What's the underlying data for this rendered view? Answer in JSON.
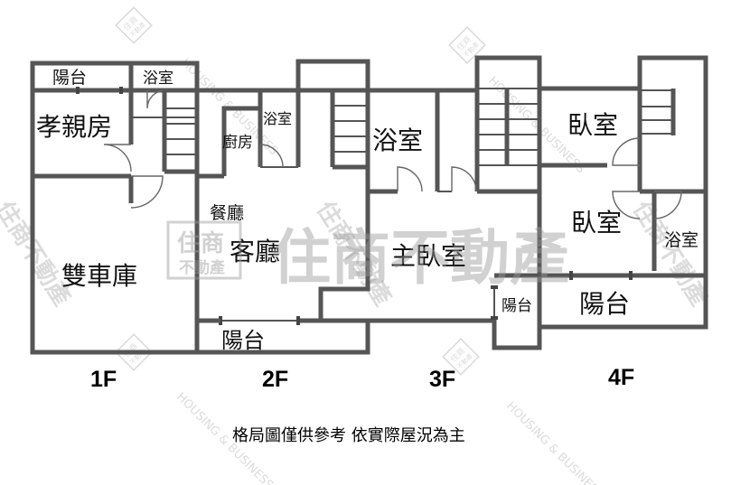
{
  "floors": [
    {
      "label": "1F",
      "rooms": {
        "balcony": "陽台",
        "bathroom": "浴室",
        "parents_room": "孝親房",
        "garage": "雙車庫"
      }
    },
    {
      "label": "2F",
      "rooms": {
        "kitchen": "廚房",
        "bathroom": "浴室",
        "dining": "餐廳",
        "living": "客廳",
        "balcony": "陽台"
      }
    },
    {
      "label": "3F",
      "rooms": {
        "bathroom": "浴室",
        "master_bedroom": "主臥室",
        "balcony": "陽台"
      }
    },
    {
      "label": "4F",
      "rooms": {
        "bedroom_1": "臥室",
        "bedroom_2": "臥室",
        "bathroom": "浴室",
        "balcony": "陽台"
      }
    }
  ],
  "watermark": {
    "logo_top": "住商",
    "logo_bottom": "不動產",
    "main_text": "住商不動產",
    "english": "HOUSING & BUSINESS"
  },
  "footnote": "格局圖僅供參考 依實際屋況為主"
}
